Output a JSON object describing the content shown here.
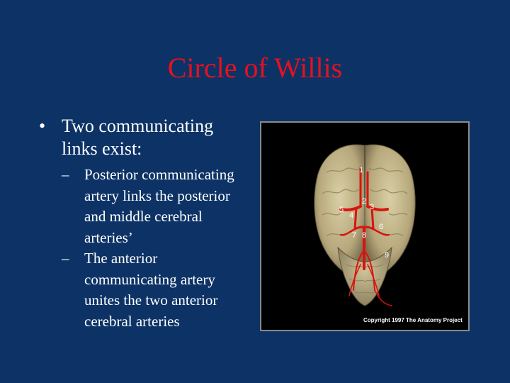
{
  "slide": {
    "title": "Circle of Willis",
    "bullet": {
      "mark": "•",
      "text": "Two communicating links exist:"
    },
    "sub_items": [
      {
        "mark": "–",
        "text": "Posterior communicating artery links the posterior and middle cerebral arteries’"
      },
      {
        "mark": "–",
        "text": "The anterior communicating artery unites the two anterior cerebral arteries"
      }
    ]
  },
  "figure": {
    "labels": [
      "1",
      "2",
      "3",
      "4",
      "5",
      "6",
      "7",
      "8",
      "9"
    ],
    "copyright": "Copyright 1997 The Anatomy Project"
  },
  "colors": {
    "background": "#0d3366",
    "title": "#e8101e",
    "text": "#ffffff"
  }
}
